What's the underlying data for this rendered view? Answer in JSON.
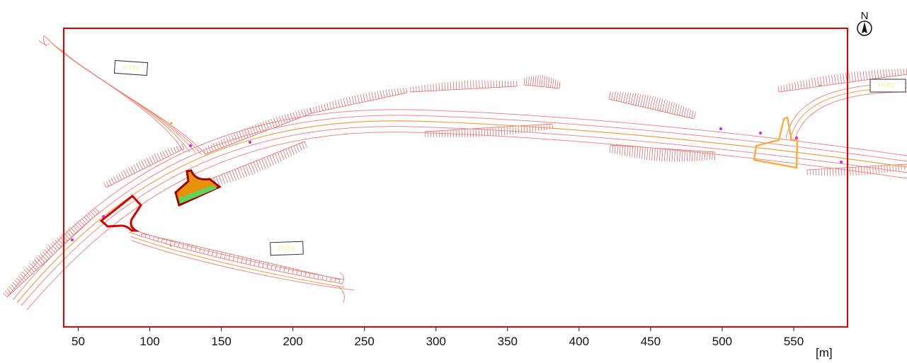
{
  "map": {
    "x_axis": {
      "ticks": [
        "50",
        "100",
        "150",
        "200",
        "250",
        "300",
        "350",
        "400",
        "450",
        "500",
        "550"
      ],
      "unit": "[m]"
    },
    "north_arrow": {
      "label": "N"
    },
    "road_labels": [
      "HVB3",
      "HVB2",
      "HVB4"
    ],
    "colors": {
      "frame": "#e00000",
      "road_edge": "#f08a8a",
      "road_center": "#f0a050",
      "embankment_hatch": "#e05a5a",
      "marker_magenta": "#e020e0",
      "highlight_red": "#d00000",
      "highlight_orange_fill": "#e8920c",
      "highlight_green_fill": "#5fd35f",
      "highlight_yellow": "#f5b04a"
    }
  }
}
